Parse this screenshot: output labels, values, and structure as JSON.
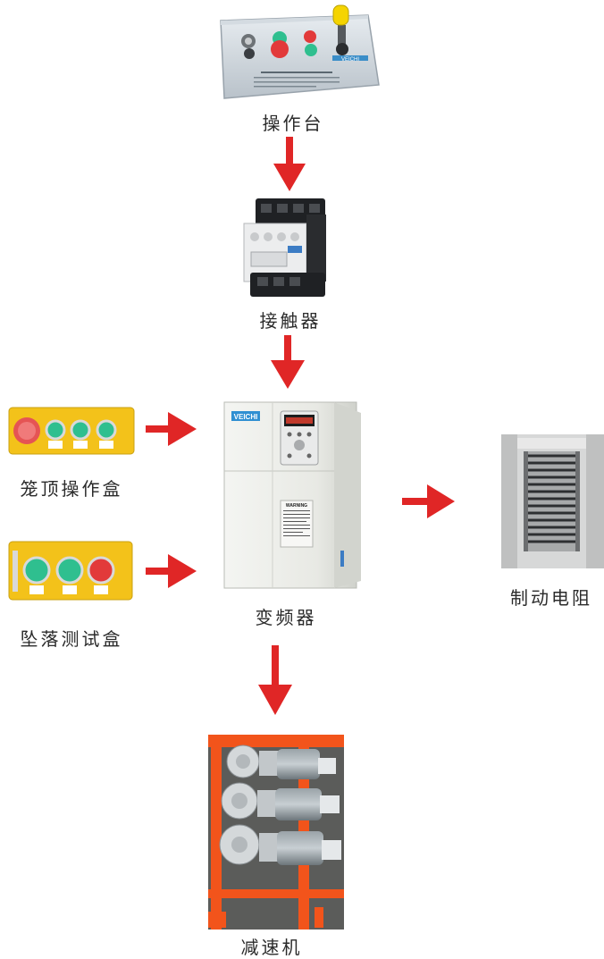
{
  "nodes": {
    "console": {
      "label": "操作台",
      "brand": "VEICHI"
    },
    "contactor": {
      "label": "接触器"
    },
    "cage_box": {
      "label": "笼顶操作盒"
    },
    "fall_box": {
      "label": "坠落测试盒"
    },
    "inverter": {
      "label": "变频器",
      "brand": "VEICHI",
      "warning": "WARNING"
    },
    "resistor": {
      "label": "制动电阻"
    },
    "reducer": {
      "label": "减速机"
    }
  },
  "colors": {
    "arrow": "#e02626",
    "yellow_box": "#f3c21a",
    "green_button": "#2fbf8f",
    "red_button": "#e23a3a",
    "orange_frame": "#f2541b"
  }
}
